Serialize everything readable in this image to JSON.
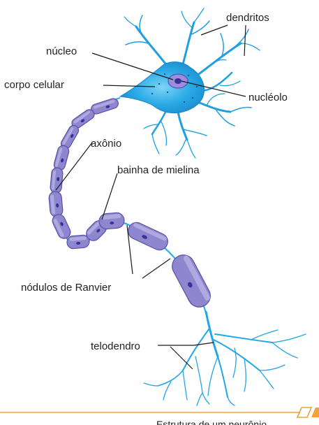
{
  "labels": {
    "dendritos": "dendritos",
    "nucleo": "núcleo",
    "corpo_celular": "corpo celular",
    "nucleolo": "nucléolo",
    "axonio": "axônio",
    "bainha": "bainha de mielina",
    "nodulos": "nódulos de Ranvier",
    "telodendro": "telodendro"
  },
  "caption": "Estrutura de um neurônio",
  "colors": {
    "cell_body": "#1ea5e4",
    "myelin": "#8e86cf",
    "nucleus": "#6a5bb8",
    "footer_line": "#f2a23a"
  }
}
